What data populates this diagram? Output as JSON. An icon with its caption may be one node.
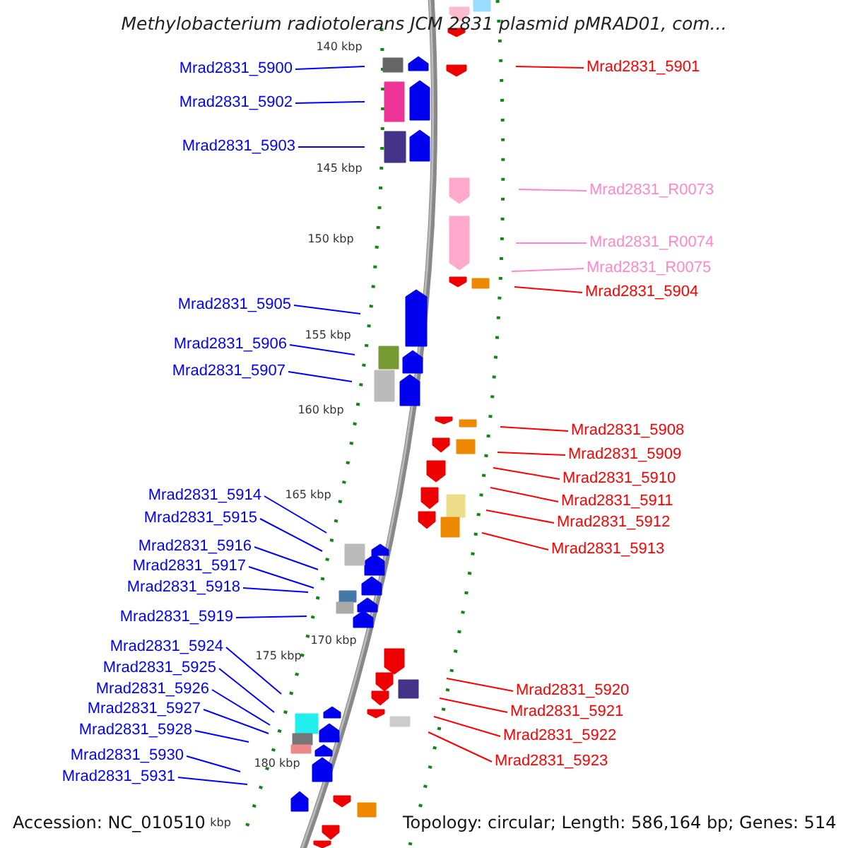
{
  "diagram": {
    "title": "Methylobacterium radiotolerans JCM 2831 plasmid pMRAD01, com...",
    "nodes": [
      {
        "text": [
          "Mrad2831_5900"
        ]
      },
      {
        "text": [
          "Mrad2831_5902"
        ]
      },
      {
        "text": [
          "Mrad2831_5903"
        ]
      },
      {
        "text": [
          "Mrad2831_5905"
        ]
      },
      {
        "text": [
          "Mrad2831_5906"
        ]
      },
      {
        "text": [
          "Mrad2831_5907"
        ]
      },
      {
        "text": [
          "Mrad2831_5914"
        ]
      },
      {
        "text": [
          "Mrad2831_5915"
        ]
      },
      {
        "text": [
          "Mrad2831_5916"
        ]
      },
      {
        "text": [
          "Mrad2831_5917"
        ]
      },
      {
        "text": [
          "Mrad2831_5918"
        ]
      },
      {
        "text": [
          "Mrad2831_5919"
        ]
      },
      {
        "text": [
          "Mrad2831_5924"
        ]
      },
      {
        "text": [
          "Mrad2831_5925"
        ]
      },
      {
        "text": [
          "Mrad2831_5926"
        ]
      },
      {
        "text": [
          "Mrad2831_5927"
        ]
      },
      {
        "text": [
          "Mrad2831_5928"
        ]
      },
      {
        "text": [
          "Mrad2831_5930"
        ]
      },
      {
        "text": [
          "Mrad2831_5931"
        ]
      },
      {
        "text": [
          "Mrad2831_5901"
        ]
      },
      {
        "text": [
          "Mrad2831_R0073"
        ]
      },
      {
        "text": [
          "Mrad2831_R0074"
        ]
      },
      {
        "text": [
          "Mrad2831_R0075"
        ]
      },
      {
        "text": [
          "Mrad2831_5904"
        ]
      },
      {
        "text": [
          "Mrad2831_5908"
        ]
      },
      {
        "text": [
          "Mrad2831_5909"
        ]
      },
      {
        "text": [
          "Mrad2831_5910"
        ]
      },
      {
        "text": [
          "Mrad2831_5911"
        ]
      },
      {
        "text": [
          "Mrad2831_5912"
        ]
      },
      {
        "text": [
          "Mrad2831_5913"
        ]
      },
      {
        "text": [
          "Mrad2831_5920"
        ]
      },
      {
        "text": [
          "Mrad2831_5921"
        ]
      },
      {
        "text": [
          "Mrad2831_5922"
        ]
      },
      {
        "text": [
          "Mrad2831_5923"
        ]
      }
    ],
    "edges": [
      {
        "from": 0,
        "to": null,
        "arrow": "none"
      },
      {
        "from": 1,
        "to": null,
        "arrow": "none"
      },
      {
        "from": 2,
        "to": null,
        "arrow": "none"
      },
      {
        "from": 3,
        "to": null,
        "arrow": "none"
      },
      {
        "from": 4,
        "to": null,
        "arrow": "none"
      },
      {
        "from": 5,
        "to": null,
        "arrow": "none"
      },
      {
        "from": 6,
        "to": null,
        "arrow": "none"
      },
      {
        "from": 7,
        "to": null,
        "arrow": "none"
      },
      {
        "from": 8,
        "to": null,
        "arrow": "none"
      },
      {
        "from": 9,
        "to": null,
        "arrow": "none"
      },
      {
        "from": 10,
        "to": null,
        "arrow": "none"
      },
      {
        "from": 11,
        "to": null,
        "arrow": "none"
      },
      {
        "from": 12,
        "to": null,
        "arrow": "none"
      },
      {
        "from": 13,
        "to": null,
        "arrow": "none"
      },
      {
        "from": 14,
        "to": null,
        "arrow": "none"
      },
      {
        "from": 15,
        "to": null,
        "arrow": "none"
      },
      {
        "from": 16,
        "to": null,
        "arrow": "none"
      },
      {
        "from": 17,
        "to": null,
        "arrow": "none"
      },
      {
        "from": 18,
        "to": null,
        "arrow": "none"
      },
      {
        "from": 19,
        "to": null,
        "arrow": "none",
        "color": "#ff0000"
      },
      {
        "from": 20,
        "to": null,
        "arrow": "none",
        "color": "#ff88cc"
      },
      {
        "from": 21,
        "to": null,
        "arrow": "none",
        "color": "#ff88cc"
      },
      {
        "from": 22,
        "to": null,
        "arrow": "none",
        "color": "#ff88cc"
      },
      {
        "from": 23,
        "to": null,
        "arrow": "none",
        "color": "#ff0000"
      },
      {
        "from": 24,
        "to": null,
        "arrow": "none",
        "color": "#ff0000"
      },
      {
        "from": 25,
        "to": null,
        "arrow": "none",
        "color": "#ff0000"
      },
      {
        "from": 26,
        "to": null,
        "arrow": "none",
        "color": "#ff0000"
      },
      {
        "from": 27,
        "to": null,
        "arrow": "none",
        "color": "#ff0000"
      },
      {
        "from": 28,
        "to": null,
        "arrow": "none",
        "color": "#ff0000"
      },
      {
        "from": 29,
        "to": null,
        "arrow": "none",
        "color": "#ff0000"
      },
      {
        "from": 30,
        "to": null,
        "arrow": "none",
        "color": "#ff0000"
      },
      {
        "from": 31,
        "to": null,
        "arrow": "none",
        "color": "#ff0000"
      },
      {
        "from": 32,
        "to": null,
        "arrow": "none",
        "color": "#ff0000"
      },
      {
        "from": 33,
        "to": null,
        "arrow": "none",
        "color": "#ff0000"
      }
    ],
    "labels": [
      "140 kbp",
      "145 kbp",
      "150 kbp",
      "155 kbp",
      "160 kbp",
      "165 kbp",
      "170 kbp",
      "175 kbp",
      "180 kbp",
      "Accession: NC_010510",
      "kbp",
      "Topology: circular; Length: 586,164 bp; Genes: 514"
    ]
  }
}
